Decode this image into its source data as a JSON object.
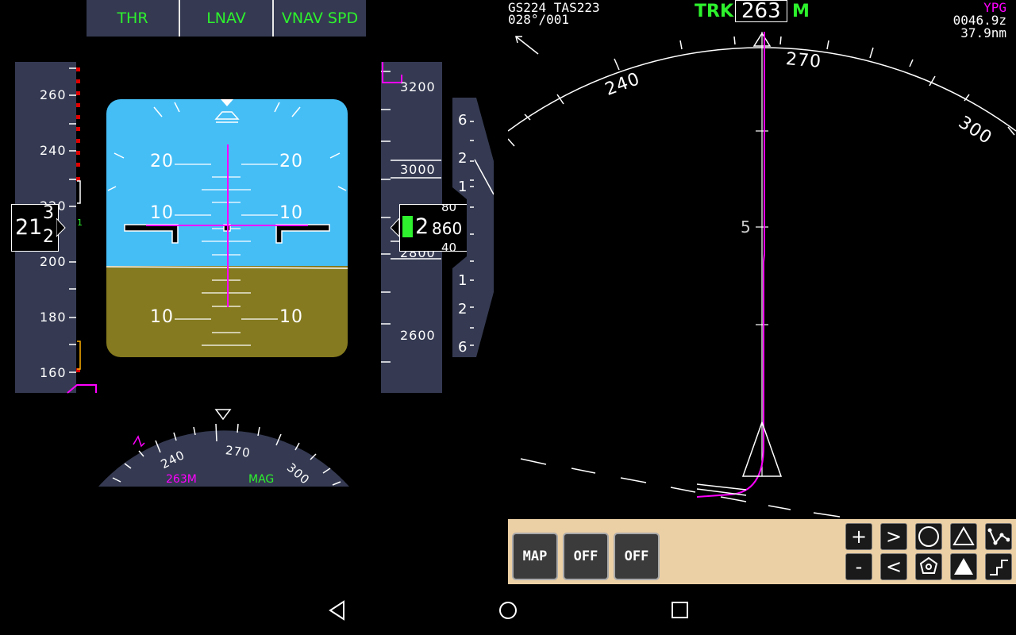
{
  "fma": {
    "thrust": "THR",
    "lateral": "LNAV",
    "vertical": "VNAV SPD"
  },
  "speed_tape": {
    "labels": [
      "260",
      "240",
      "220",
      "200",
      "180",
      "160"
    ],
    "current_main": "21",
    "current_upper": "3",
    "current_lower": "2",
    "side_marker": "1"
  },
  "adi": {
    "pitch_labels": {
      "up20": "20",
      "up10": "10",
      "down10": "10"
    },
    "colors": {
      "sky": "#45bef6",
      "ground": "#857a1f",
      "flight_director": "#ff00ff"
    }
  },
  "altitude_tape": {
    "labels": [
      "3200",
      "3000",
      "2800",
      "2600"
    ],
    "current_thousands": "2",
    "current_hundreds": "860",
    "roll_upper": "80",
    "roll_lower": "40"
  },
  "vsi": {
    "scale_labels": [
      "6",
      "2",
      "1",
      "1",
      "2",
      "6"
    ]
  },
  "compass_small": {
    "labels": [
      "240",
      "270",
      "300"
    ],
    "heading": "263M",
    "mode": "MAG"
  },
  "nav_display": {
    "gs_tas": "GS224 TAS223",
    "wind": "028°/001",
    "trk_label": "TRK",
    "trk_value": "263",
    "trk_suffix": "M",
    "waypoint": "YPG",
    "eta": "0046.9z",
    "distance": "37.9nm",
    "range_mark": "5",
    "arc_labels": [
      "240",
      "270",
      "300"
    ]
  },
  "controls": {
    "map": "MAP",
    "off1": "OFF",
    "off2": "OFF",
    "plus": "+",
    "minus": "-",
    "next": ">",
    "prev": "<"
  },
  "system_nav": {
    "back": "back-icon",
    "home": "home-icon",
    "recents": "recents-icon"
  }
}
